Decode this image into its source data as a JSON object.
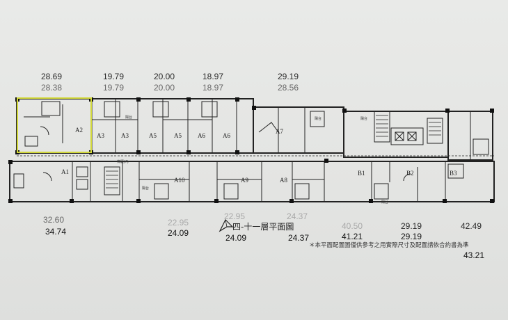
{
  "top_areas": [
    {
      "upper": "28.69",
      "lower": "28.38"
    },
    {
      "upper": "19.79",
      "lower": "19.79"
    },
    {
      "upper": "20.00",
      "lower": "20.00"
    },
    {
      "upper": "18.97",
      "lower": "18.97"
    },
    {
      "upper": "29.19",
      "lower": "28.56"
    }
  ],
  "bottom_areas": [
    {
      "upper": "32.60",
      "lower": "34.74"
    },
    {
      "upper": "22.95",
      "lower": "24.09"
    },
    {
      "upper": "22.95",
      "lower": "24.09"
    },
    {
      "upper": "24.37",
      "lower": "24.37"
    },
    {
      "upper": "40.50",
      "lower": "41.21"
    },
    {
      "upper": "29.19",
      "lower": "29.19"
    },
    {
      "upper": "42.49",
      "lower": "43.21"
    }
  ],
  "units": [
    "A2",
    "A3",
    "A3",
    "A5",
    "A5",
    "A6",
    "A6",
    "A7",
    "A1",
    "A10",
    "A9",
    "A8",
    "B1",
    "B2",
    "B3"
  ],
  "plan_title": "四-十一層平面圖",
  "note": "＊本平面配置圖僅供參考之用實際尺寸及配置請依合約書為準",
  "labels": {
    "balcony": "陽台",
    "corridor": "梯廳(A)"
  },
  "colors": {
    "highlight": "#d2d83a",
    "ink": "#222222"
  }
}
